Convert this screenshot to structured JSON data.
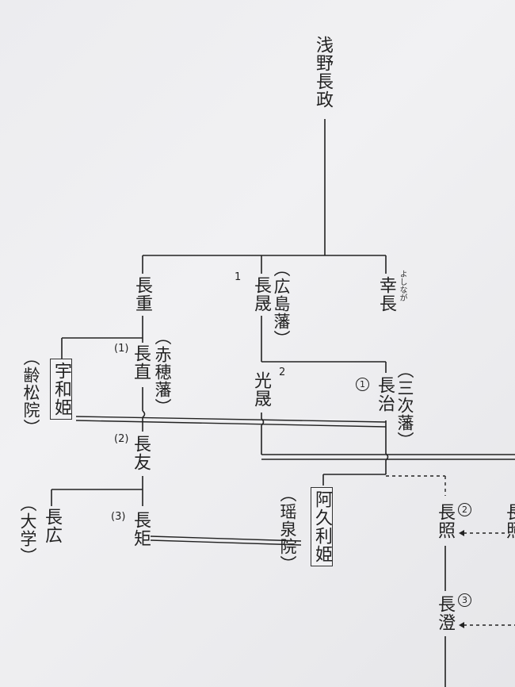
{
  "people": {
    "asano_nagamasa": "浅野長政",
    "nagashige": "長重",
    "nagaakira": "長晟",
    "yoshinaga": "幸長",
    "yoshinaga_ruby": "よしなが",
    "uwahime": "宇和姫",
    "naganao": "長直",
    "mitsuakira": "光晟",
    "nagaharu": "長治",
    "nagatomo": "長友",
    "akurihime": "阿久利姫",
    "nagahiro": "長広",
    "naganori": "長矩",
    "nagateru": "長照",
    "nagazumi": "長澄",
    "cut_name": "長照"
  },
  "notes": {
    "hiroshima": "（広島藩）",
    "ako": "（赤穂藩）",
    "miyoshi": "（三次藩）",
    "reishoin": "（齢松院）",
    "daigaku": "（大学）",
    "yozeiin": "（瑶泉院）"
  },
  "generation_marks": {
    "nagaakira": "1",
    "mitsuakira": "2",
    "naganao": "(1)",
    "nagatomo": "(2)",
    "naganori": "(3)",
    "nagaharu": "1",
    "nagateru": "2",
    "nagazumi": "3"
  }
}
